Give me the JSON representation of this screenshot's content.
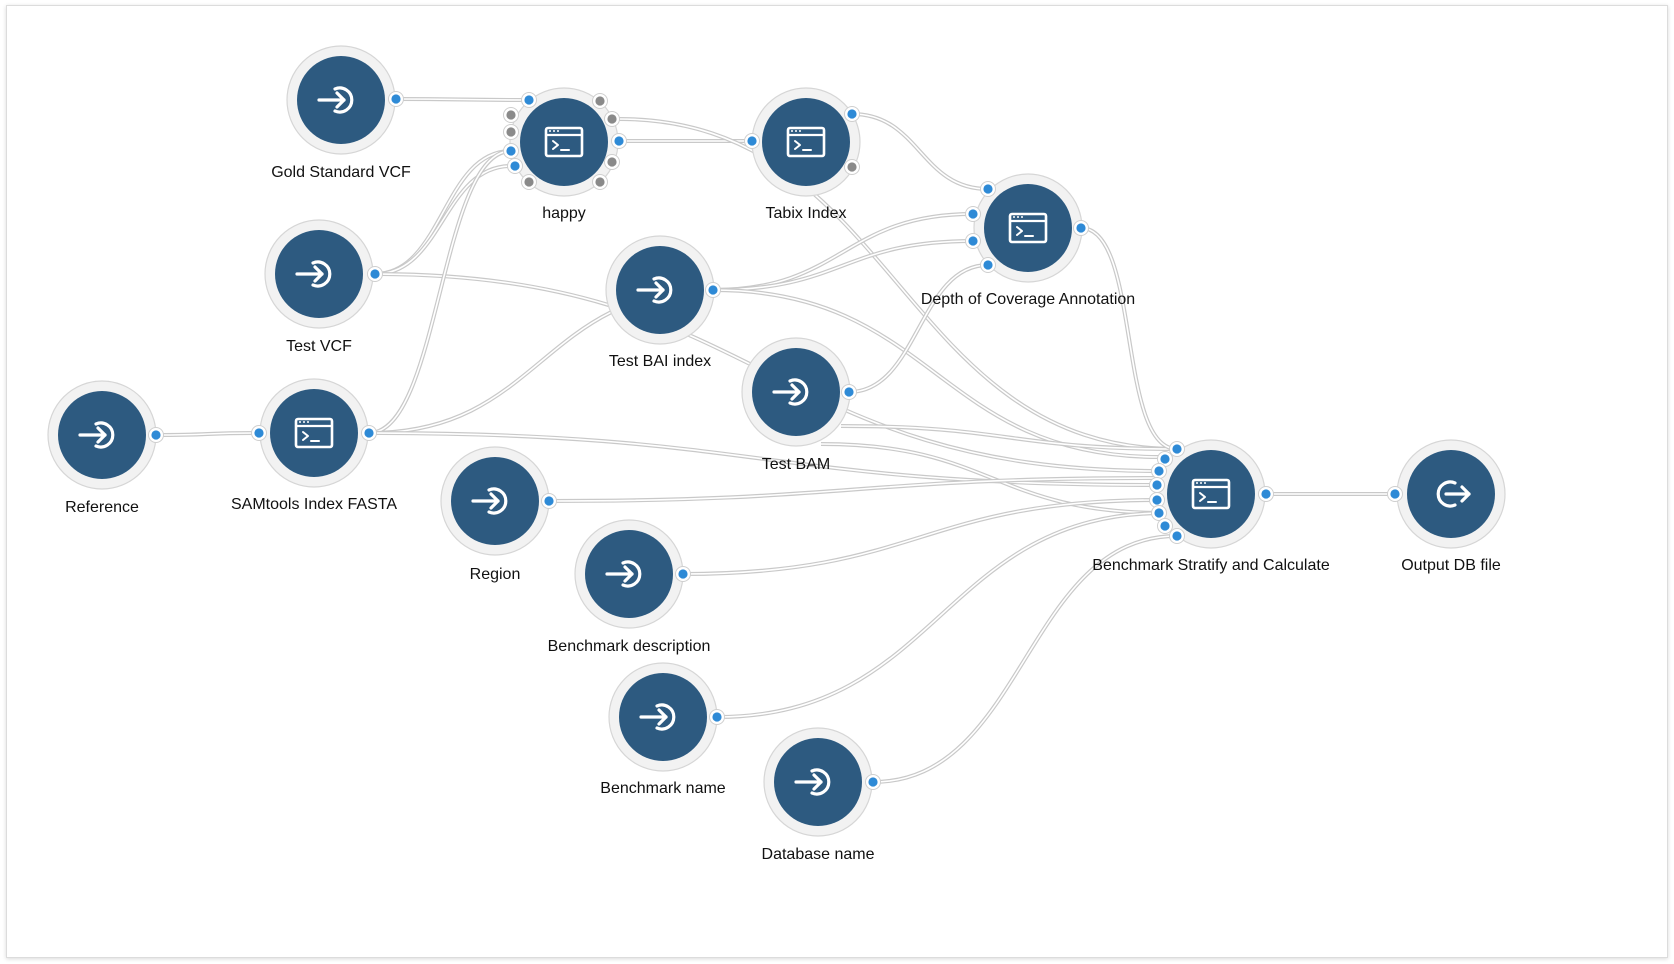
{
  "workflow": {
    "colors": {
      "node_fill": "#2d5a80",
      "node_ring": "#f2f2f2",
      "node_ring_stroke": "#d6d6d6",
      "port_connected": "#2e8ad6",
      "port_unconnected": "#8a8a8a",
      "edge": "#c9c9c9"
    },
    "nodes": [
      {
        "id": "gold_vcf",
        "label": "Gold Standard VCF",
        "type": "input",
        "icon": "input-arrow-icon"
      },
      {
        "id": "happy",
        "label": "happy",
        "type": "tool",
        "icon": "terminal-icon"
      },
      {
        "id": "tabix",
        "label": "Tabix Index",
        "type": "tool",
        "icon": "terminal-icon"
      },
      {
        "id": "depth",
        "label": "Depth of Coverage Annotation",
        "type": "tool",
        "icon": "terminal-icon"
      },
      {
        "id": "test_vcf",
        "label": "Test VCF",
        "type": "input",
        "icon": "input-arrow-icon"
      },
      {
        "id": "test_bai",
        "label": "Test BAI index",
        "type": "input",
        "icon": "input-arrow-icon"
      },
      {
        "id": "test_bam",
        "label": "Test BAM",
        "type": "input",
        "icon": "input-arrow-icon"
      },
      {
        "id": "reference",
        "label": "Reference",
        "type": "input",
        "icon": "input-arrow-icon"
      },
      {
        "id": "samtools",
        "label": "SAMtools Index FASTA",
        "type": "tool",
        "icon": "terminal-icon"
      },
      {
        "id": "region",
        "label": "Region",
        "type": "input",
        "icon": "input-arrow-icon"
      },
      {
        "id": "bench_desc",
        "label": "Benchmark description",
        "type": "input",
        "icon": "input-arrow-icon"
      },
      {
        "id": "bench_name",
        "label": "Benchmark name",
        "type": "input",
        "icon": "input-arrow-icon"
      },
      {
        "id": "db_name",
        "label": "Database name",
        "type": "input",
        "icon": "input-arrow-icon"
      },
      {
        "id": "bench_stratify",
        "label": "Benchmark Stratify and Calculate",
        "type": "tool",
        "icon": "terminal-icon"
      },
      {
        "id": "output_db",
        "label": "Output DB file",
        "type": "output",
        "icon": "output-arrow-icon"
      }
    ]
  }
}
